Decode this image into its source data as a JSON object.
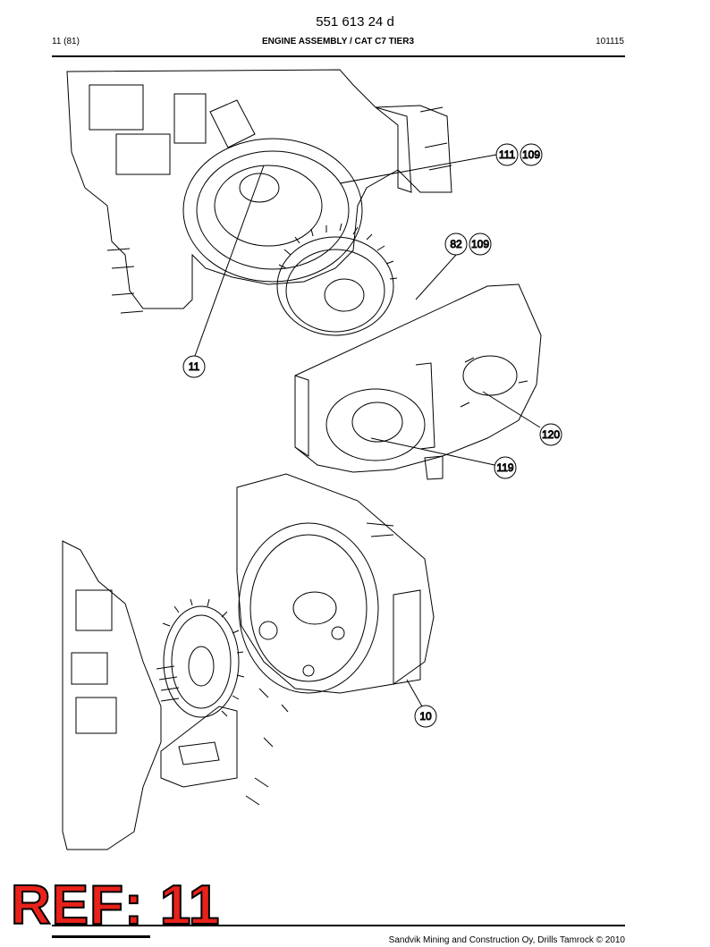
{
  "header": {
    "doc_number": "551 613 24 d",
    "page": "11 (81)",
    "section_title": "ENGINE ASSEMBLY / CAT C7 TIER3",
    "date_code": "101115"
  },
  "callouts": [
    {
      "id": "c-111",
      "label": "111"
    },
    {
      "id": "c-109a",
      "label": "109"
    },
    {
      "id": "c-82",
      "label": "82"
    },
    {
      "id": "c-109b",
      "label": "109"
    },
    {
      "id": "c-11",
      "label": "11"
    },
    {
      "id": "c-120",
      "label": "120"
    },
    {
      "id": "c-119",
      "label": "119"
    },
    {
      "id": "c-10",
      "label": "10"
    }
  ],
  "stamp": {
    "text": "REF: 11"
  },
  "footer": {
    "copyright": "Sandvik Mining and Construction Oy, Drills Tamrock © 2010"
  },
  "colors": {
    "stamp_fill": "#e8221a",
    "line": "#000000"
  }
}
